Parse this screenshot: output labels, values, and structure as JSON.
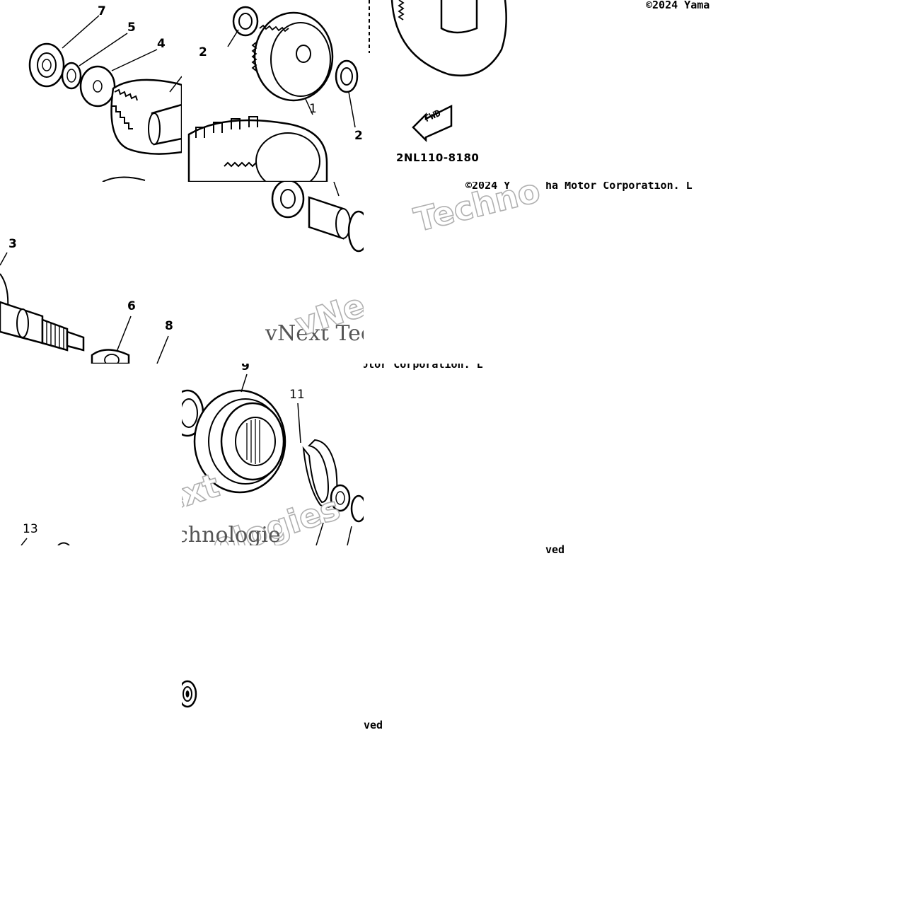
{
  "callouts": {
    "c1": "1",
    "c2a": "2",
    "c2b": "2",
    "c3": "3",
    "c4": "4",
    "c5": "5",
    "c6": "6",
    "c7": "7",
    "c8": "8",
    "c9": "9",
    "c11": "11",
    "c13": "13"
  },
  "part_number": "2NL110-8180",
  "fwd_label": "FWD",
  "copyright": {
    "top_right": "©2024 Yama",
    "mid_right_a": "©2024 Y",
    "mid_right_b": "ha Motor Corporation. L",
    "mid_center": "a Motor Corporation. L",
    "lower_right": "ved",
    "bottom_center": "ved"
  },
  "watermark": {
    "outline_top": "Techno",
    "serif_mid": "vNext Tec",
    "outline_mid": "vNe",
    "outline_lower_a": "ext",
    "outline_lower_b": "ologies",
    "serif_lower": "chnologie"
  }
}
